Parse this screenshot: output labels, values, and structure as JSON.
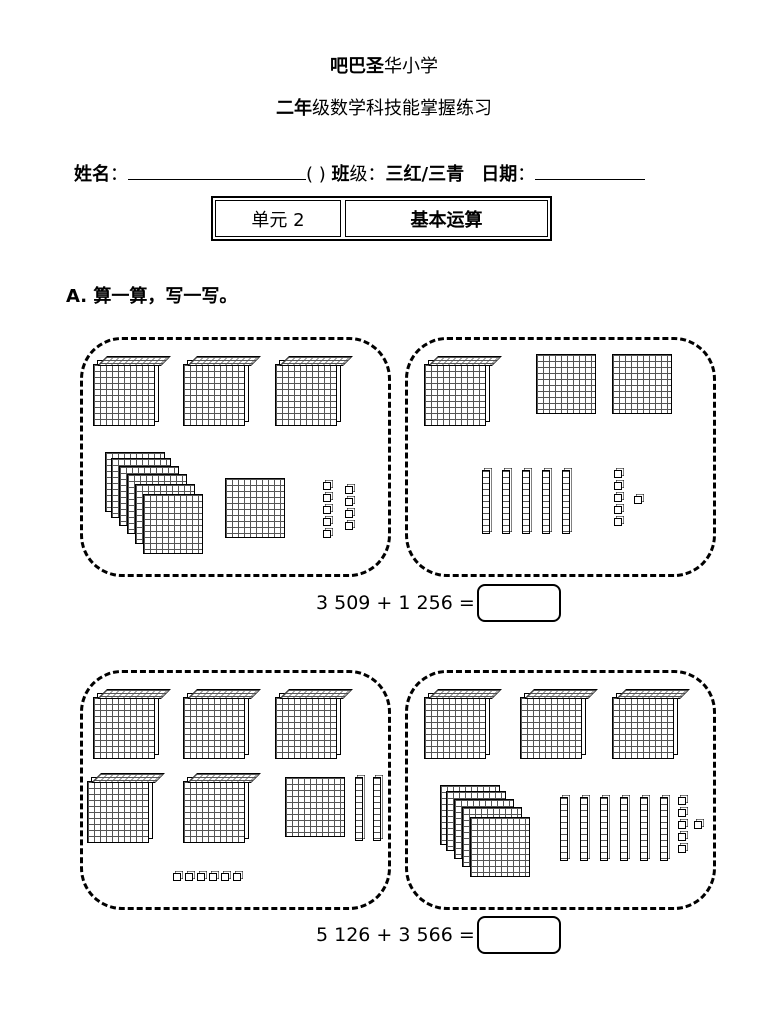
{
  "header": {
    "school_bold": "吧巴圣",
    "school_rest": "华小学",
    "subtitle_bold": "二年",
    "subtitle_rest": "级数学科技能掌握练习"
  },
  "info": {
    "name_label": "姓名",
    "colon1": "：",
    "paren": "(    )",
    "class_label_bold": "班",
    "class_label_rest": "级",
    "colon2": "：",
    "class_value": "三红/三青",
    "date_label": "日期",
    "colon3": "："
  },
  "unit_box": {
    "unit": "单元 2",
    "topic": "基本运算"
  },
  "section_a": {
    "title": "A. 算一算，写一写。"
  },
  "problems": [
    {
      "equation": "3 509 + 1 256 =",
      "panels": [
        {
          "thousands": 3,
          "hundreds": 6,
          "tens": 0,
          "ones": 9
        },
        {
          "thousands": 1,
          "hundreds": 2,
          "tens": 5,
          "ones": 6
        }
      ]
    },
    {
      "equation": "5 126 + 3 566 =",
      "panels": [
        {
          "thousands": 5,
          "hundreds": 1,
          "tens": 2,
          "ones": 6
        },
        {
          "thousands": 3,
          "hundreds": 5,
          "tens": 6,
          "ones": 6
        }
      ]
    }
  ]
}
